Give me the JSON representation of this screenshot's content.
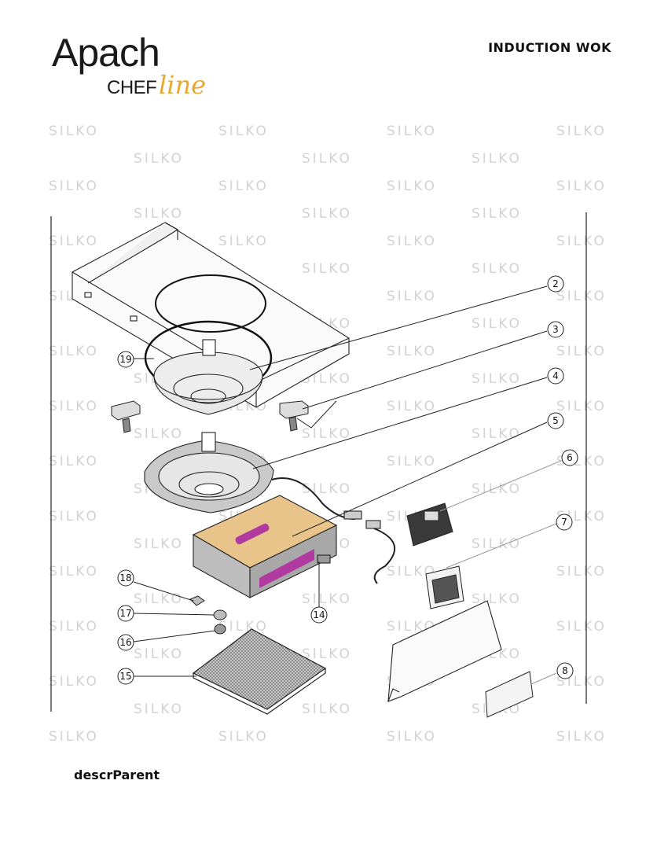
{
  "brand": {
    "name": "Apach",
    "sub": "CHEF",
    "sub_script": "line"
  },
  "header": {
    "title": "INDUCTION WOK"
  },
  "watermark": {
    "text": "SILKO"
  },
  "callouts": [
    "2",
    "3",
    "4",
    "5",
    "6",
    "7",
    "8",
    "14",
    "15",
    "16",
    "17",
    "18",
    "19"
  ],
  "footer": {
    "label": "descrParent"
  },
  "colors": {
    "accent": "#e8a92c",
    "pcb_purple": "#b03aa0",
    "base_tan": "#e9c48a"
  }
}
